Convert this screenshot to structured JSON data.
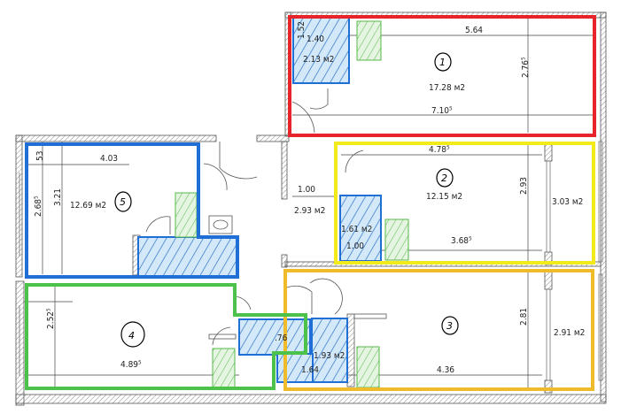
{
  "plan": {
    "rooms": [
      {
        "id": 1,
        "marker": "1",
        "area": "17.28 м2",
        "dim_top": "5.64",
        "dim_bottom": "7.10⁵",
        "dim_side": "2.76⁵",
        "outline_color": "#e8242b"
      },
      {
        "id": 2,
        "marker": "2",
        "area": "12.15 м2",
        "dim_top": "4.78⁵",
        "dim_bottom": "3.68⁵",
        "dim_side": "2.93",
        "outline_color": "#f2ea1a"
      },
      {
        "id": 3,
        "marker": "3",
        "dim_bottom": "4.36",
        "dim_side": "2.81",
        "outline_color": "#f0bb2a"
      },
      {
        "id": 4,
        "marker": "4",
        "dim_bottom": "4.89⁵",
        "dim_side": "2.52⁵",
        "outline_color": "#4cc24a"
      },
      {
        "id": 5,
        "marker": "5",
        "area": "12.69 м2",
        "dim_top": "4.03",
        "dim_side_outer": "2.68⁵",
        "dim_side_inner": "3.21",
        "dim_small": "53",
        "outline_color": "#1f6fd6"
      }
    ],
    "balconies": [
      {
        "label": "3.03 м2"
      },
      {
        "label": "2.91 м2"
      }
    ],
    "hall": {
      "area": "2.93 м2",
      "dim": "1.00"
    },
    "bathrooms": [
      {
        "area": "2.13 м2",
        "dim": "1.40",
        "dim_small": "1.52"
      },
      {
        "area": "1.61 м2",
        "dim": "1.00"
      },
      {
        "area": "1.93 м2",
        "dim": "1.64"
      },
      {
        "dim": ".76"
      }
    ],
    "colors": {
      "wall": "#555555",
      "bath_fill": "#cfe6f7",
      "bath_stroke": "#1f6fd6",
      "kitchen_fill": "#e4f4e0",
      "kitchen_stroke": "#55b84a"
    }
  }
}
